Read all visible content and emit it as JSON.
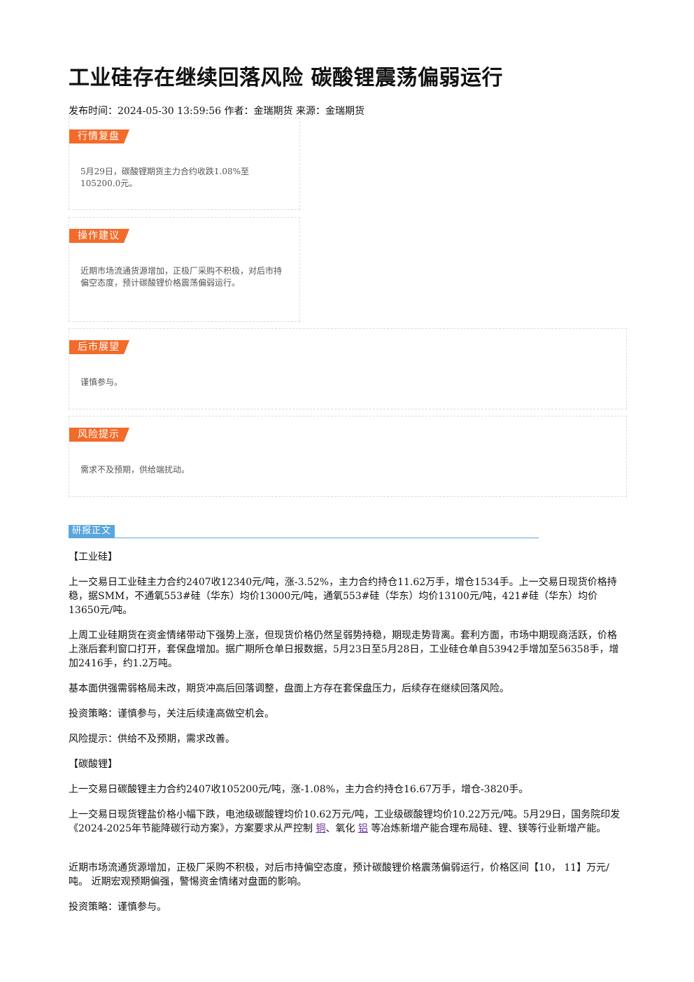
{
  "title": "工业硅存在继续回落风险 碳酸锂震荡偏弱运行",
  "meta": "发布时间：2024-05-30 13:59:56 作者：金瑞期货 来源：金瑞期货",
  "boxes": {
    "review": {
      "tag": "行情复盘",
      "text": "5月29日，碳酸锂期货主力合约收跌1.08%至105200.0元。"
    },
    "advice": {
      "tag": "操作建议",
      "text": "近期市场流通货源增加，正极厂采购不积极，对后市持偏空态度，预计碳酸锂价格震荡偏弱运行。"
    },
    "outlook": {
      "tag": "后市展望",
      "text": "谨慎参与。"
    },
    "risk": {
      "tag": "风险提示",
      "text": "需求不及预期，供给端扰动。"
    }
  },
  "section_label": "研报正文",
  "body": {
    "p1": "【工业硅】",
    "p2": "上一交易日工业硅主力合约2407收12340元/吨，涨-3.52%，主力合约持仓11.62万手，增仓1534手。上一交易日现货价格持稳，据SMM，不通氧553#硅（华东）均价13000元/吨，通氧553#硅（华东）均价13100元/吨，421#硅（华东）均价13650元/吨。",
    "p3": "上周工业硅期货在资金情绪带动下强势上涨，但现货价格仍然呈弱势持稳，期现走势背离。套利方面，市场中期现商活跃，价格上涨后套利窗口打开，套保盘增加。据广期所仓单日报数据，5月23日至5月28日，工业硅仓单自53942手增加至56358手，增加2416手，约1.2万吨。",
    "p4": "基本面供强需弱格局未改，期货冲高后回落调整，盘面上方存在套保盘压力，后续存在继续回落风险。",
    "p5": "投资策略：谨慎参与，关注后续逢高做空机会。",
    "p6": "风险提示：供给不及预期，需求改善。",
    "p7": "【碳酸锂】",
    "p8": "上一交易日碳酸锂主力合约2407收105200元/吨，涨-1.08%，主力合约持仓16.67万手，增仓-3820手。",
    "p9_a": "上一交易日现货锂盐价格小幅下跌，电池级碳酸锂均价10.62万元/吨，工业级碳酸锂均价10.22万元/吨。5月29日，国务院印发《2024-2025年节能降碳行动方案》，方案要求从严控制",
    "p9_link1": "铜",
    "p9_b": "、氧化",
    "p9_link2": "铝",
    "p9_c": "等冶炼新增产能合理布局硅、锂、镁等行业新增产能。",
    "p10": "近期市场流通货源增加，正极厂采购不积极，对后市持偏空态度，预计碳酸锂价格震荡偏弱运行，价格区间【10， 11】万元/吨。 近期宏观预期偏强，警惕资金情绪对盘面的影响。",
    "p11": "投资策略：谨慎参与。"
  }
}
